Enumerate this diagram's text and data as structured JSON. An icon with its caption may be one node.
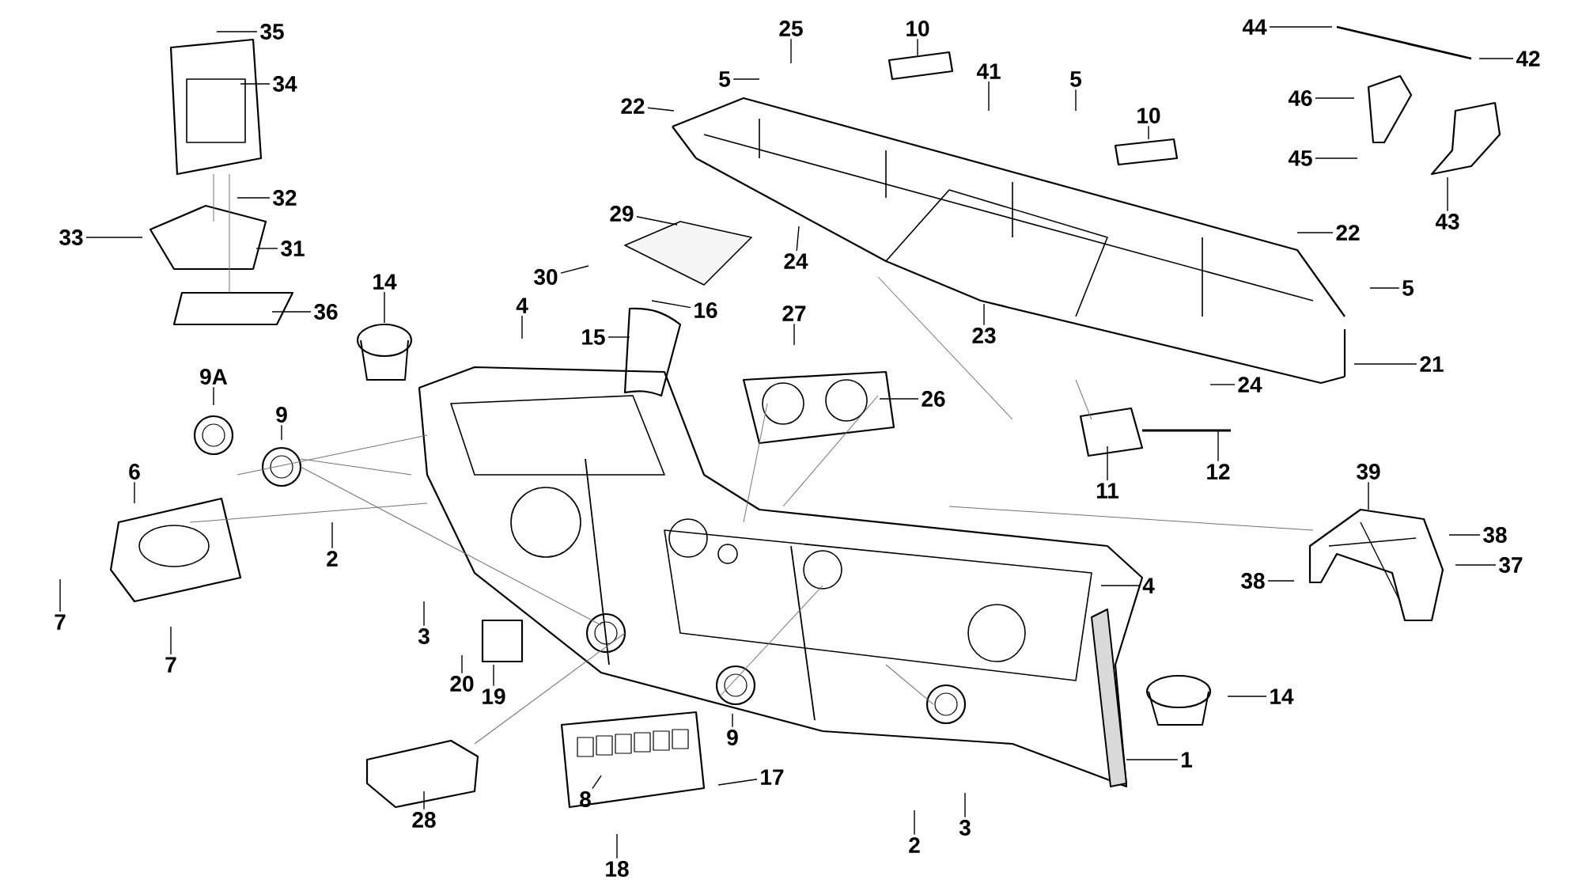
{
  "diagram": {
    "nodes": [
      {
        "text": [
          "35"
        ]
      },
      {
        "text": [
          "25"
        ]
      },
      {
        "text": [
          "10"
        ]
      },
      {
        "text": [
          "44"
        ]
      },
      {
        "text": [
          "42"
        ]
      },
      {
        "text": [
          "41"
        ]
      },
      {
        "text": [
          "5"
        ]
      },
      {
        "text": [
          "5"
        ]
      },
      {
        "text": [
          "34"
        ]
      },
      {
        "text": [
          "22"
        ]
      },
      {
        "text": [
          "46"
        ]
      },
      {
        "text": [
          "10"
        ]
      },
      {
        "text": [
          "45"
        ]
      },
      {
        "text": [
          "32"
        ]
      },
      {
        "text": [
          "29"
        ]
      },
      {
        "text": [
          "43"
        ]
      },
      {
        "text": [
          "33"
        ]
      },
      {
        "text": [
          "31"
        ]
      },
      {
        "text": [
          "22"
        ]
      },
      {
        "text": [
          "30"
        ]
      },
      {
        "text": [
          "14"
        ]
      },
      {
        "text": [
          "4"
        ]
      },
      {
        "text": [
          "16"
        ]
      },
      {
        "text": [
          "36"
        ]
      },
      {
        "text": [
          "24"
        ]
      },
      {
        "text": [
          "27"
        ]
      },
      {
        "text": [
          "5"
        ]
      },
      {
        "text": [
          "15"
        ]
      },
      {
        "text": [
          "23"
        ]
      },
      {
        "text": [
          "21"
        ]
      },
      {
        "text": [
          "9A"
        ]
      },
      {
        "text": [
          "9"
        ]
      },
      {
        "text": [
          "26"
        ]
      },
      {
        "text": [
          "24"
        ]
      },
      {
        "text": [
          "6"
        ]
      },
      {
        "text": [
          "39"
        ]
      },
      {
        "text": [
          "12"
        ]
      },
      {
        "text": [
          "11"
        ]
      },
      {
        "text": [
          "38"
        ]
      },
      {
        "text": [
          "2"
        ]
      },
      {
        "text": [
          "37"
        ]
      },
      {
        "text": [
          "38"
        ]
      },
      {
        "text": [
          "4"
        ]
      },
      {
        "text": [
          "7"
        ]
      },
      {
        "text": [
          "3"
        ]
      },
      {
        "text": [
          "7"
        ]
      },
      {
        "text": [
          "20"
        ]
      },
      {
        "text": [
          "19"
        ]
      },
      {
        "text": [
          "14"
        ]
      },
      {
        "text": [
          "9"
        ]
      },
      {
        "text": [
          "1"
        ]
      },
      {
        "text": [
          "17"
        ]
      },
      {
        "text": [
          "8"
        ]
      },
      {
        "text": [
          "28"
        ]
      },
      {
        "text": [
          "3"
        ]
      },
      {
        "text": [
          "2"
        ]
      },
      {
        "text": [
          "18"
        ]
      }
    ],
    "edges": [
      {
        "from": 0,
        "to": null,
        "arrow": "none"
      },
      {
        "from": 1,
        "to": null,
        "arrow": "none"
      },
      {
        "from": 2,
        "to": null,
        "arrow": "none"
      },
      {
        "from": 3,
        "to": null,
        "arrow": "none"
      },
      {
        "from": 4,
        "to": null,
        "arrow": "none"
      },
      {
        "from": 5,
        "to": null,
        "arrow": "none"
      },
      {
        "from": 6,
        "to": null,
        "arrow": "none"
      },
      {
        "from": 7,
        "to": null,
        "arrow": "none"
      },
      {
        "from": 8,
        "to": null,
        "arrow": "none"
      },
      {
        "from": 9,
        "to": null,
        "arrow": "none"
      },
      {
        "from": 10,
        "to": null,
        "arrow": "none"
      },
      {
        "from": 11,
        "to": null,
        "arrow": "none"
      },
      {
        "from": 12,
        "to": null,
        "arrow": "none"
      },
      {
        "from": 13,
        "to": null,
        "arrow": "none"
      },
      {
        "from": 14,
        "to": null,
        "arrow": "none"
      },
      {
        "from": 15,
        "to": null,
        "arrow": "none"
      },
      {
        "from": 16,
        "to": null,
        "arrow": "none"
      },
      {
        "from": 17,
        "to": null,
        "arrow": "none"
      },
      {
        "from": 18,
        "to": null,
        "arrow": "none"
      },
      {
        "from": 19,
        "to": null,
        "arrow": "none"
      },
      {
        "from": 20,
        "to": null,
        "arrow": "none"
      },
      {
        "from": 21,
        "to": null,
        "arrow": "none"
      },
      {
        "from": 22,
        "to": null,
        "arrow": "none"
      },
      {
        "from": 23,
        "to": null,
        "arrow": "none"
      },
      {
        "from": 24,
        "to": null,
        "arrow": "none"
      },
      {
        "from": 25,
        "to": null,
        "arrow": "none"
      },
      {
        "from": 26,
        "to": null,
        "arrow": "none"
      },
      {
        "from": 27,
        "to": null,
        "arrow": "none"
      },
      {
        "from": 28,
        "to": null,
        "arrow": "none"
      },
      {
        "from": 29,
        "to": null,
        "arrow": "none"
      },
      {
        "from": 30,
        "to": null,
        "arrow": "none"
      },
      {
        "from": 31,
        "to": null,
        "arrow": "none"
      },
      {
        "from": 32,
        "to": null,
        "arrow": "none"
      },
      {
        "from": 33,
        "to": null,
        "arrow": "none"
      },
      {
        "from": 34,
        "to": null,
        "arrow": "none"
      },
      {
        "from": 35,
        "to": null,
        "arrow": "none"
      },
      {
        "from": 36,
        "to": null,
        "arrow": "none"
      },
      {
        "from": 37,
        "to": null,
        "arrow": "none"
      },
      {
        "from": 38,
        "to": null,
        "arrow": "none"
      },
      {
        "from": 39,
        "to": null,
        "arrow": "none"
      },
      {
        "from": 40,
        "to": null,
        "arrow": "none"
      },
      {
        "from": 41,
        "to": null,
        "arrow": "none"
      },
      {
        "from": 42,
        "to": null,
        "arrow": "none"
      },
      {
        "from": 43,
        "to": null,
        "arrow": "none"
      },
      {
        "from": 44,
        "to": null,
        "arrow": "none"
      },
      {
        "from": 45,
        "to": null,
        "arrow": "none"
      },
      {
        "from": 46,
        "to": null,
        "arrow": "none"
      },
      {
        "from": 47,
        "to": null,
        "arrow": "none"
      },
      {
        "from": 48,
        "to": null,
        "arrow": "none"
      },
      {
        "from": 49,
        "to": null,
        "arrow": "none"
      },
      {
        "from": 50,
        "to": null,
        "arrow": "none"
      },
      {
        "from": 51,
        "to": null,
        "arrow": "none"
      },
      {
        "from": 52,
        "to": null,
        "arrow": "none"
      },
      {
        "from": 53,
        "to": null,
        "arrow": "none"
      },
      {
        "from": 54,
        "to": null,
        "arrow": "none"
      },
      {
        "from": 55,
        "to": null,
        "arrow": "none"
      },
      {
        "from": 56,
        "to": null,
        "arrow": "none"
      }
    ]
  }
}
